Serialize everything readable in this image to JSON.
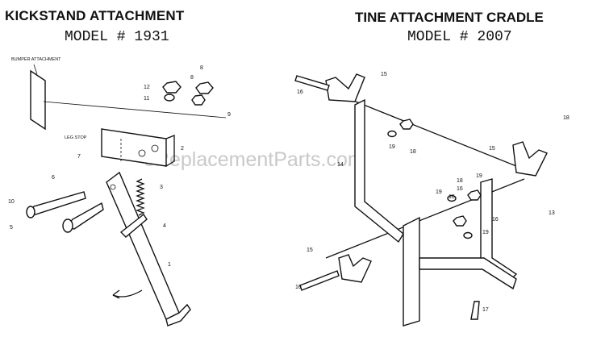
{
  "left_diagram": {
    "title": "KICKSTAND ATTACHMENT",
    "model": "MODEL # 1931",
    "labels": {
      "bumper": "BUMPER ATTACHMENT",
      "leg_stop": "LEG STOP",
      "n12": "12",
      "n11": "11",
      "n8a": "8",
      "n8b": "8",
      "n9": "9",
      "n2": "2",
      "n7": "7",
      "n6": "6",
      "n3": "3",
      "n10": "10",
      "n4": "4",
      "n5": "5",
      "n1": "1"
    }
  },
  "right_diagram": {
    "title": "TINE ATTACHMENT CRADLE",
    "model": "MODEL # 2007",
    "labels": {
      "n15a": "15",
      "n16a": "16",
      "n14": "14",
      "n19a": "19",
      "n18a": "18",
      "n18b": "18",
      "n15b": "15",
      "n18c": "18",
      "n19b": "19",
      "n16b": "16",
      "n19c": "19",
      "n16c": "16",
      "n13": "13",
      "n16d": "16",
      "n19d": "19",
      "n15c": "15",
      "n16e": "16",
      "n17": "17"
    }
  },
  "watermark": "eReplacementParts.com"
}
